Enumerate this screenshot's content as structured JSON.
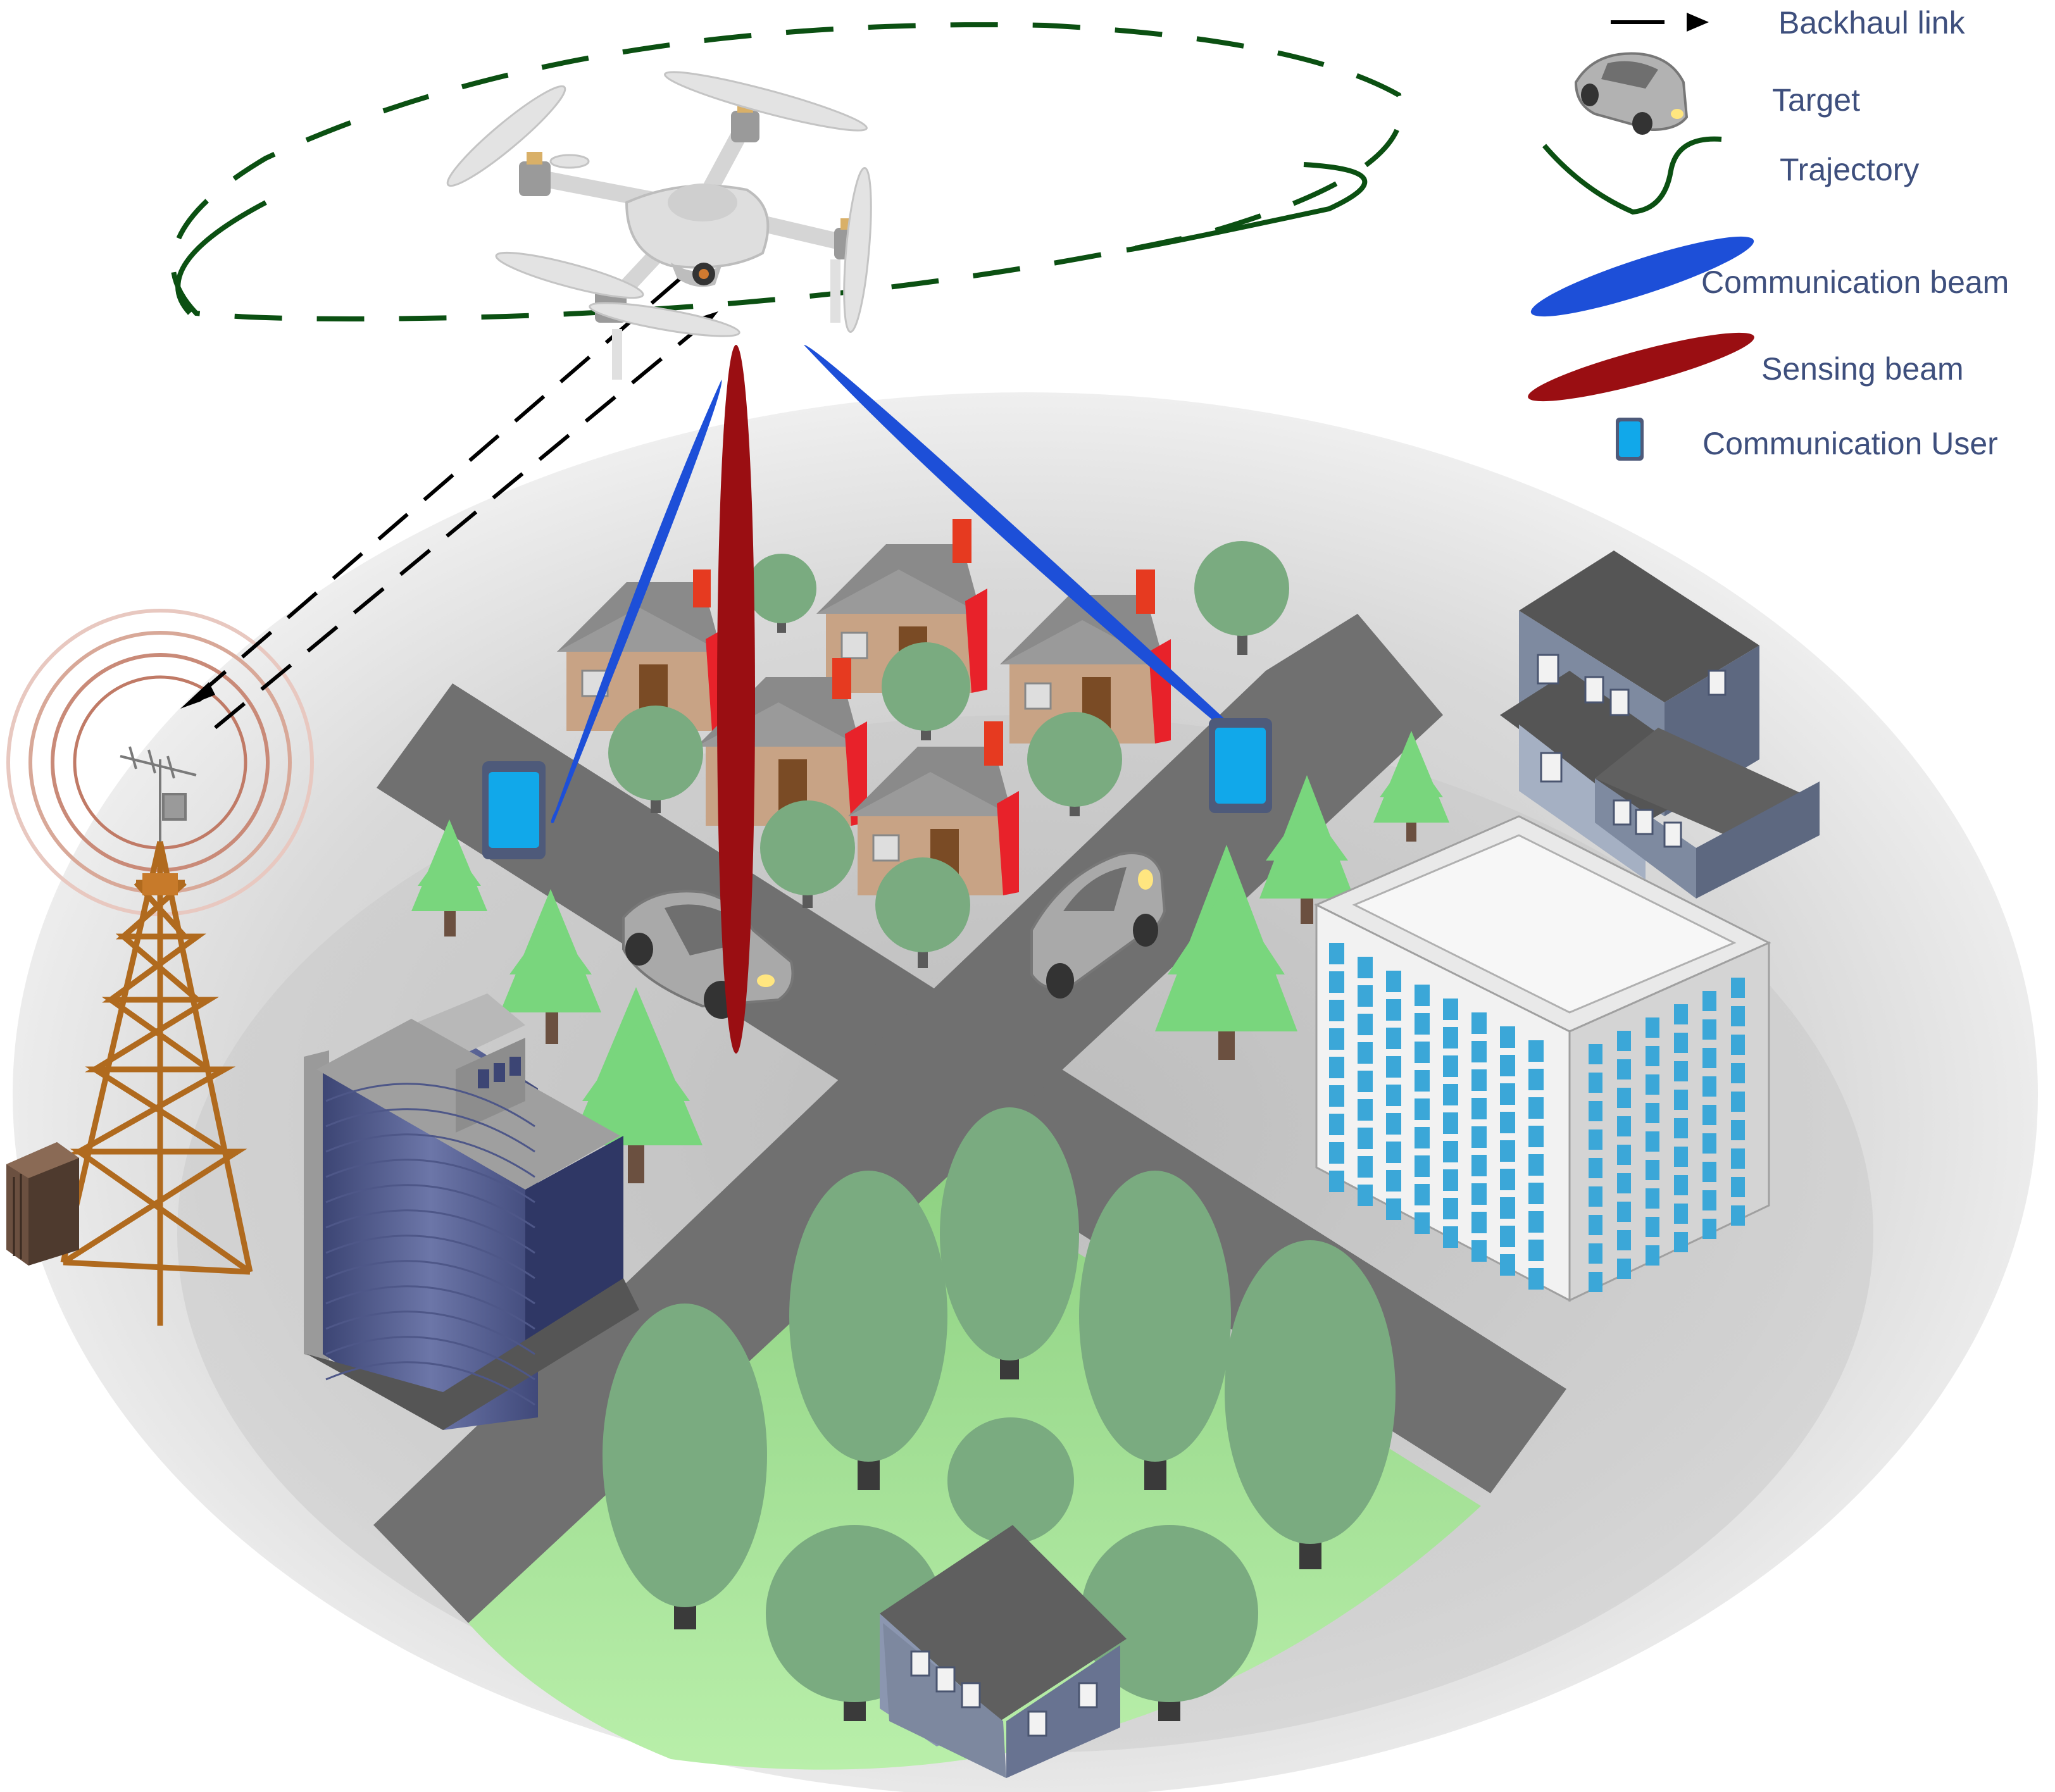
{
  "legend": {
    "backhaul_link": "Backhaul link",
    "target": "Target",
    "trajectory": "Trajectory",
    "communication_beam": "Communication beam",
    "sensing_beam": "Sensing beam",
    "communication_user": "Communication User"
  },
  "colors": {
    "trajectory": "#0b5012",
    "communication_beam": "#1d4fd8",
    "sensing_beam": "#9a0e12",
    "communication_user": "#11a8ea",
    "road": "#6e6e6e",
    "park": "#aee59e",
    "tree": "#7aab80",
    "pine": "#79d67d",
    "tower": "#b06a1e"
  },
  "icons": [
    "uav-drone-icon",
    "base-station-tower-icon",
    "car-target-icon",
    "phone-user-icon",
    "tree-icon",
    "house-icon",
    "office-building-icon"
  ]
}
